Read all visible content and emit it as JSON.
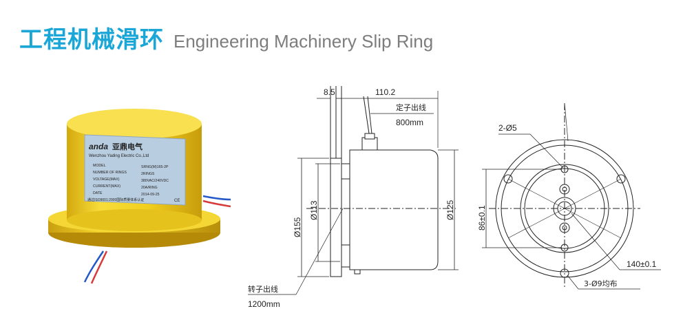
{
  "title": {
    "cn": "工程机械滑环",
    "en": "Engineering Machinery Slip Ring"
  },
  "label_plate": {
    "brand": "anda",
    "brand_cn": "亚鼎电气",
    "company": "Wenzhou Yading Electric Co.,Ltd",
    "rows": [
      {
        "key": "MODEL",
        "value": "SRNG(M)165-2P"
      },
      {
        "key": "NUMBER OF RINGS",
        "value": "2RINGS"
      },
      {
        "key": "VOLTAGE(MAX)",
        "value": "380VAC/240VDC"
      },
      {
        "key": "CURRENT(MAX)",
        "value": "20A/RING"
      },
      {
        "key": "DATE",
        "value": "2014-09-25"
      }
    ],
    "footer": "通过ISO9001:2000国际质量体系认证",
    "ce": "CE"
  },
  "drawing": {
    "dims": {
      "d8_5": "8.5",
      "d110_2": "110.2",
      "stator_lead_cn": "定子出线",
      "stator_len": "800mm",
      "phi155": "Ø155",
      "phi113": "Ø113",
      "phi125": "Ø125",
      "rotor_lead_cn": "转子出线",
      "rotor_len": "1200mm",
      "two_phi5": "2-Ø5",
      "d86": "86±0.1",
      "d140": "140±0.1",
      "three_phi9": "3-Ø9均布"
    }
  },
  "colors": {
    "accent": "#1aa6d6",
    "subtitle": "#7d7d7d",
    "body_yellow": "#f2cf1d",
    "plate_blue": "#b9cde0"
  }
}
